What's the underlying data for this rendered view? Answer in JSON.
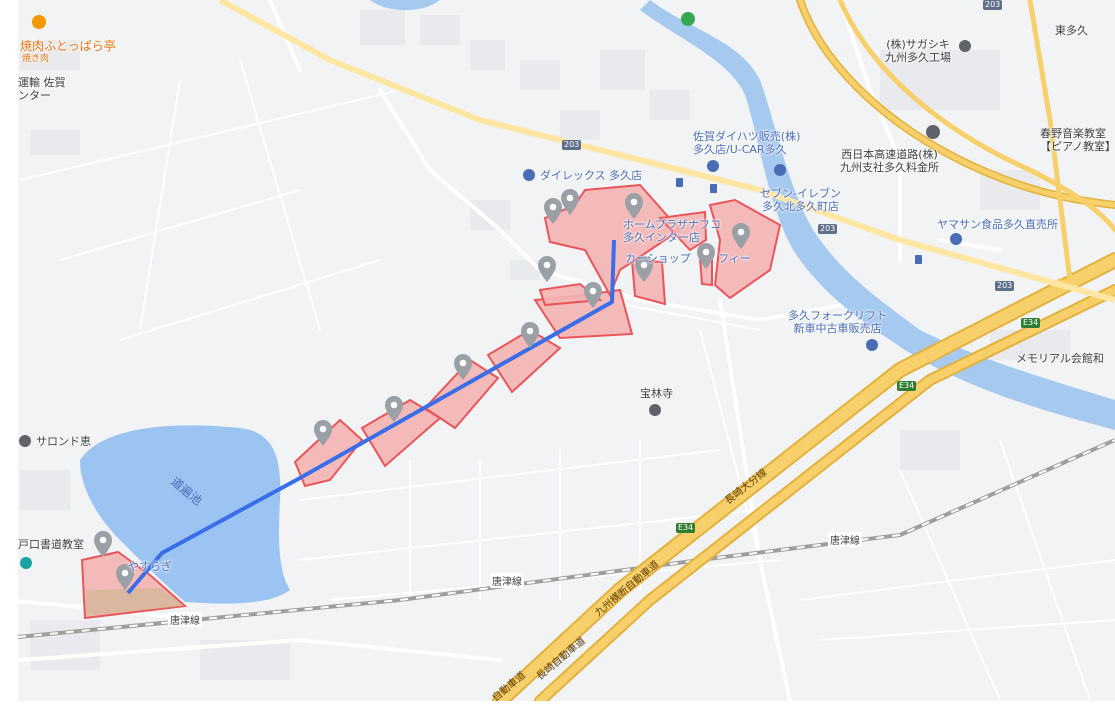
{
  "map": {
    "pond_label": "道遍池",
    "poi_labels": {
      "yakiniku": "焼肉ふとっぱら亭",
      "yakiniku_sub": "焼き肉",
      "unyu": "運輸 佐賀\nンター",
      "sagashiki": "(株)サガシキ\n九州多久工場",
      "daihatsu": "佐賀ダイハツ販売(株)\n多久店/U-CAR多久",
      "direx": "ダイレックス 多久店",
      "nexco": "西日本高速道路(株)\n九州支社多久料金所",
      "seven": "セブン-イレブン\n多久北多久町店",
      "yamasan": "ヤマサン食品多久直売所",
      "haruno": "春野音楽教室\n【ピアノ教室】",
      "homeplaza": "ホームプラザナフコ\n多久インター店",
      "carshop": "カーショップ",
      "fee": "フィー",
      "forklift": "多久フォークリフト\n新車中古車販売店",
      "hourinji": "宝林寺",
      "memorial": "メモリアル会館和",
      "salon": "サロンド恵",
      "shodo": "戸口書道教室",
      "yasura": "やすらぎ",
      "higashitaku": "東多久"
    },
    "road_labels": {
      "karatsu_line_1": "唐津線",
      "karatsu_line_2": "唐津線",
      "karatsu_line_3": "唐津線",
      "nagasaki_oita": "長崎大分線",
      "kyushu_odan": "九州横断自動車道",
      "nagasaki_exp": "長崎自動車道",
      "nagasaki_exp2": "自動車道"
    },
    "shields": {
      "r203a": "203",
      "r203b": "203",
      "r203c": "203",
      "r203d": "203",
      "e34a": "E34",
      "e34b": "E34",
      "e34c": "E34"
    },
    "colors": {
      "land": "#f1f3f4",
      "water": "#9cc4f2",
      "river": "#a6c9f0",
      "highway": "#f7d06b",
      "highway_edge": "#e3b23c",
      "road": "#ffffff",
      "zone_fill": "#f4b4b4",
      "zone_stroke": "#e8555b",
      "route": "#3a6ee8",
      "pin": "#9aa0a6"
    }
  }
}
